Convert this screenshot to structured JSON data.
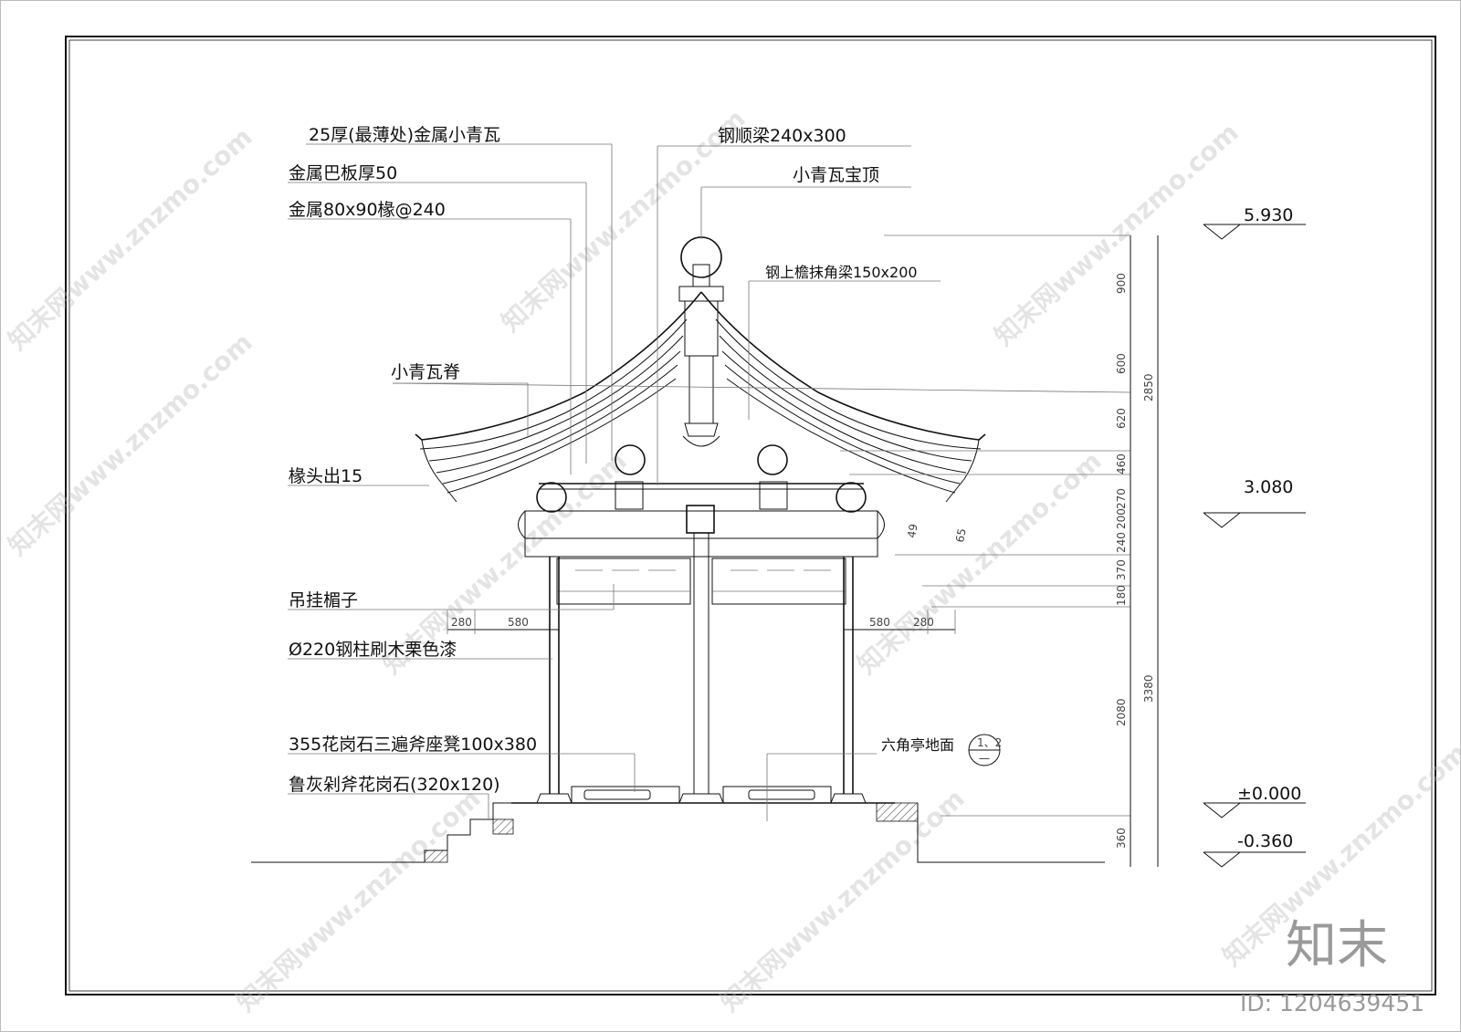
{
  "labels": {
    "tile_thickness": "25厚(最薄处)金属小青瓦",
    "fascia": "金属巴板厚50",
    "rafter": "金属80x90椽@240",
    "steel_purlin": "钢顺梁240x300",
    "finial": "小青瓦宝顶",
    "corner_beam": "钢上檐抹角梁150x200",
    "ridge": "小青瓦脊",
    "rafter_overhang": "椽头出15",
    "hanging_lattice": "吊挂楣子",
    "column": "Ø220钢柱刷木栗色漆",
    "bench": "355花岗石三遍斧座凳100x380",
    "base_stone": "鲁灰剁斧花岗石(320x120)",
    "floor_ref": "六角亭地面",
    "floor_ref_tag_top": "1、2",
    "floor_ref_tag_bottom": "一"
  },
  "levels": [
    "5.930",
    "3.080",
    "±0.000",
    "-0.360"
  ],
  "dims": {
    "vertical_inner": [
      "900",
      "600",
      "620",
      "460",
      "270",
      "200",
      "240",
      "370",
      "180",
      "2080",
      "360"
    ],
    "vertical_outer": [
      "2850",
      "3380"
    ],
    "horizontal_left": [
      "280",
      "580"
    ],
    "horizontal_right": [
      "580",
      "280"
    ],
    "slope": [
      "49",
      "65"
    ]
  },
  "watermark": {
    "text": "知末网www.znzmo.com",
    "brand": "知末",
    "id": "ID: 1204639451"
  }
}
